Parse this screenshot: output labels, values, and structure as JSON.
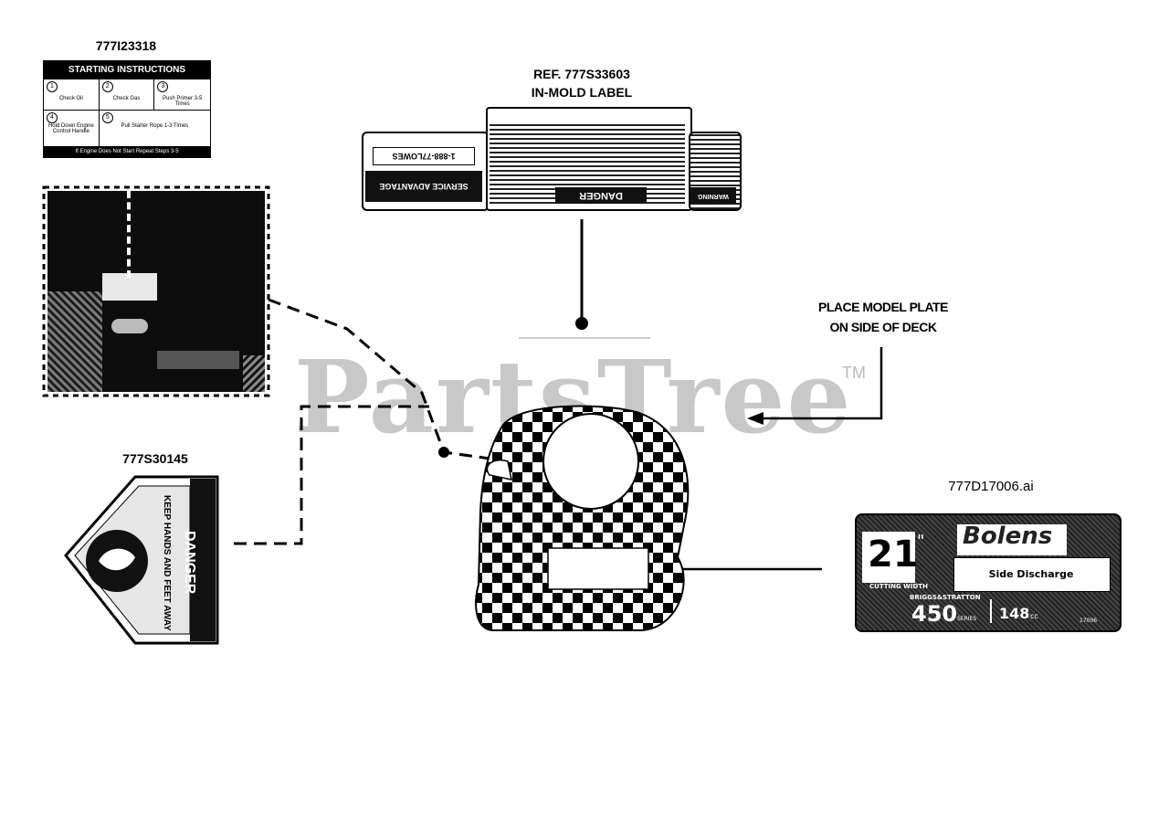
{
  "watermark": {
    "brand": "PartsTree",
    "trademark": "TM"
  },
  "parts": {
    "starting_instructions": {
      "part_number": "777I23318",
      "title": "STARTING INSTRUCTIONS",
      "steps": [
        {
          "num": "1",
          "text": "Check Oil"
        },
        {
          "num": "2",
          "text": "Check Gas"
        },
        {
          "num": "3",
          "text": "Push Primer 3-5 Times"
        },
        {
          "num": "4",
          "text": "Hold Down Engine Control Handle"
        },
        {
          "num": "5",
          "text": "Pull Starter Rope 1-3 Times"
        }
      ],
      "footer": "If Engine Does Not Start Repeat Steps 3-5"
    },
    "in_mold_label": {
      "ref_line": "REF. 777S33603",
      "title_line": "IN-MOLD LABEL",
      "phone": "1-888-77LOWES",
      "service": "SERVICE ADVANTAGE",
      "danger": "DANGER",
      "warning": "WARNING"
    },
    "model_plate_callout": {
      "line1": "PLACE MODEL PLATE",
      "line2": "ON SIDE OF DECK"
    },
    "danger_decal": {
      "part_number": "777S30145",
      "danger": "DANGER",
      "keep_hands": "KEEP HANDS AND FEET AWAY"
    },
    "bolens_decal": {
      "part_number": "777D17006.ai",
      "brand": "Bolens",
      "size": "21",
      "size_unit": "\"",
      "cutting_width": "CUTTING WIDTH",
      "discharge": "Side Discharge",
      "engine_brand": "BRIGGS&STRATTON",
      "engine_series": "450",
      "series_word": "SERIES",
      "displacement": "148",
      "displacement_unit": "cc",
      "code": "17006"
    }
  },
  "colors": {
    "ink": "#000000",
    "watermark": "#c8c8c8",
    "paper": "#ffffff"
  }
}
